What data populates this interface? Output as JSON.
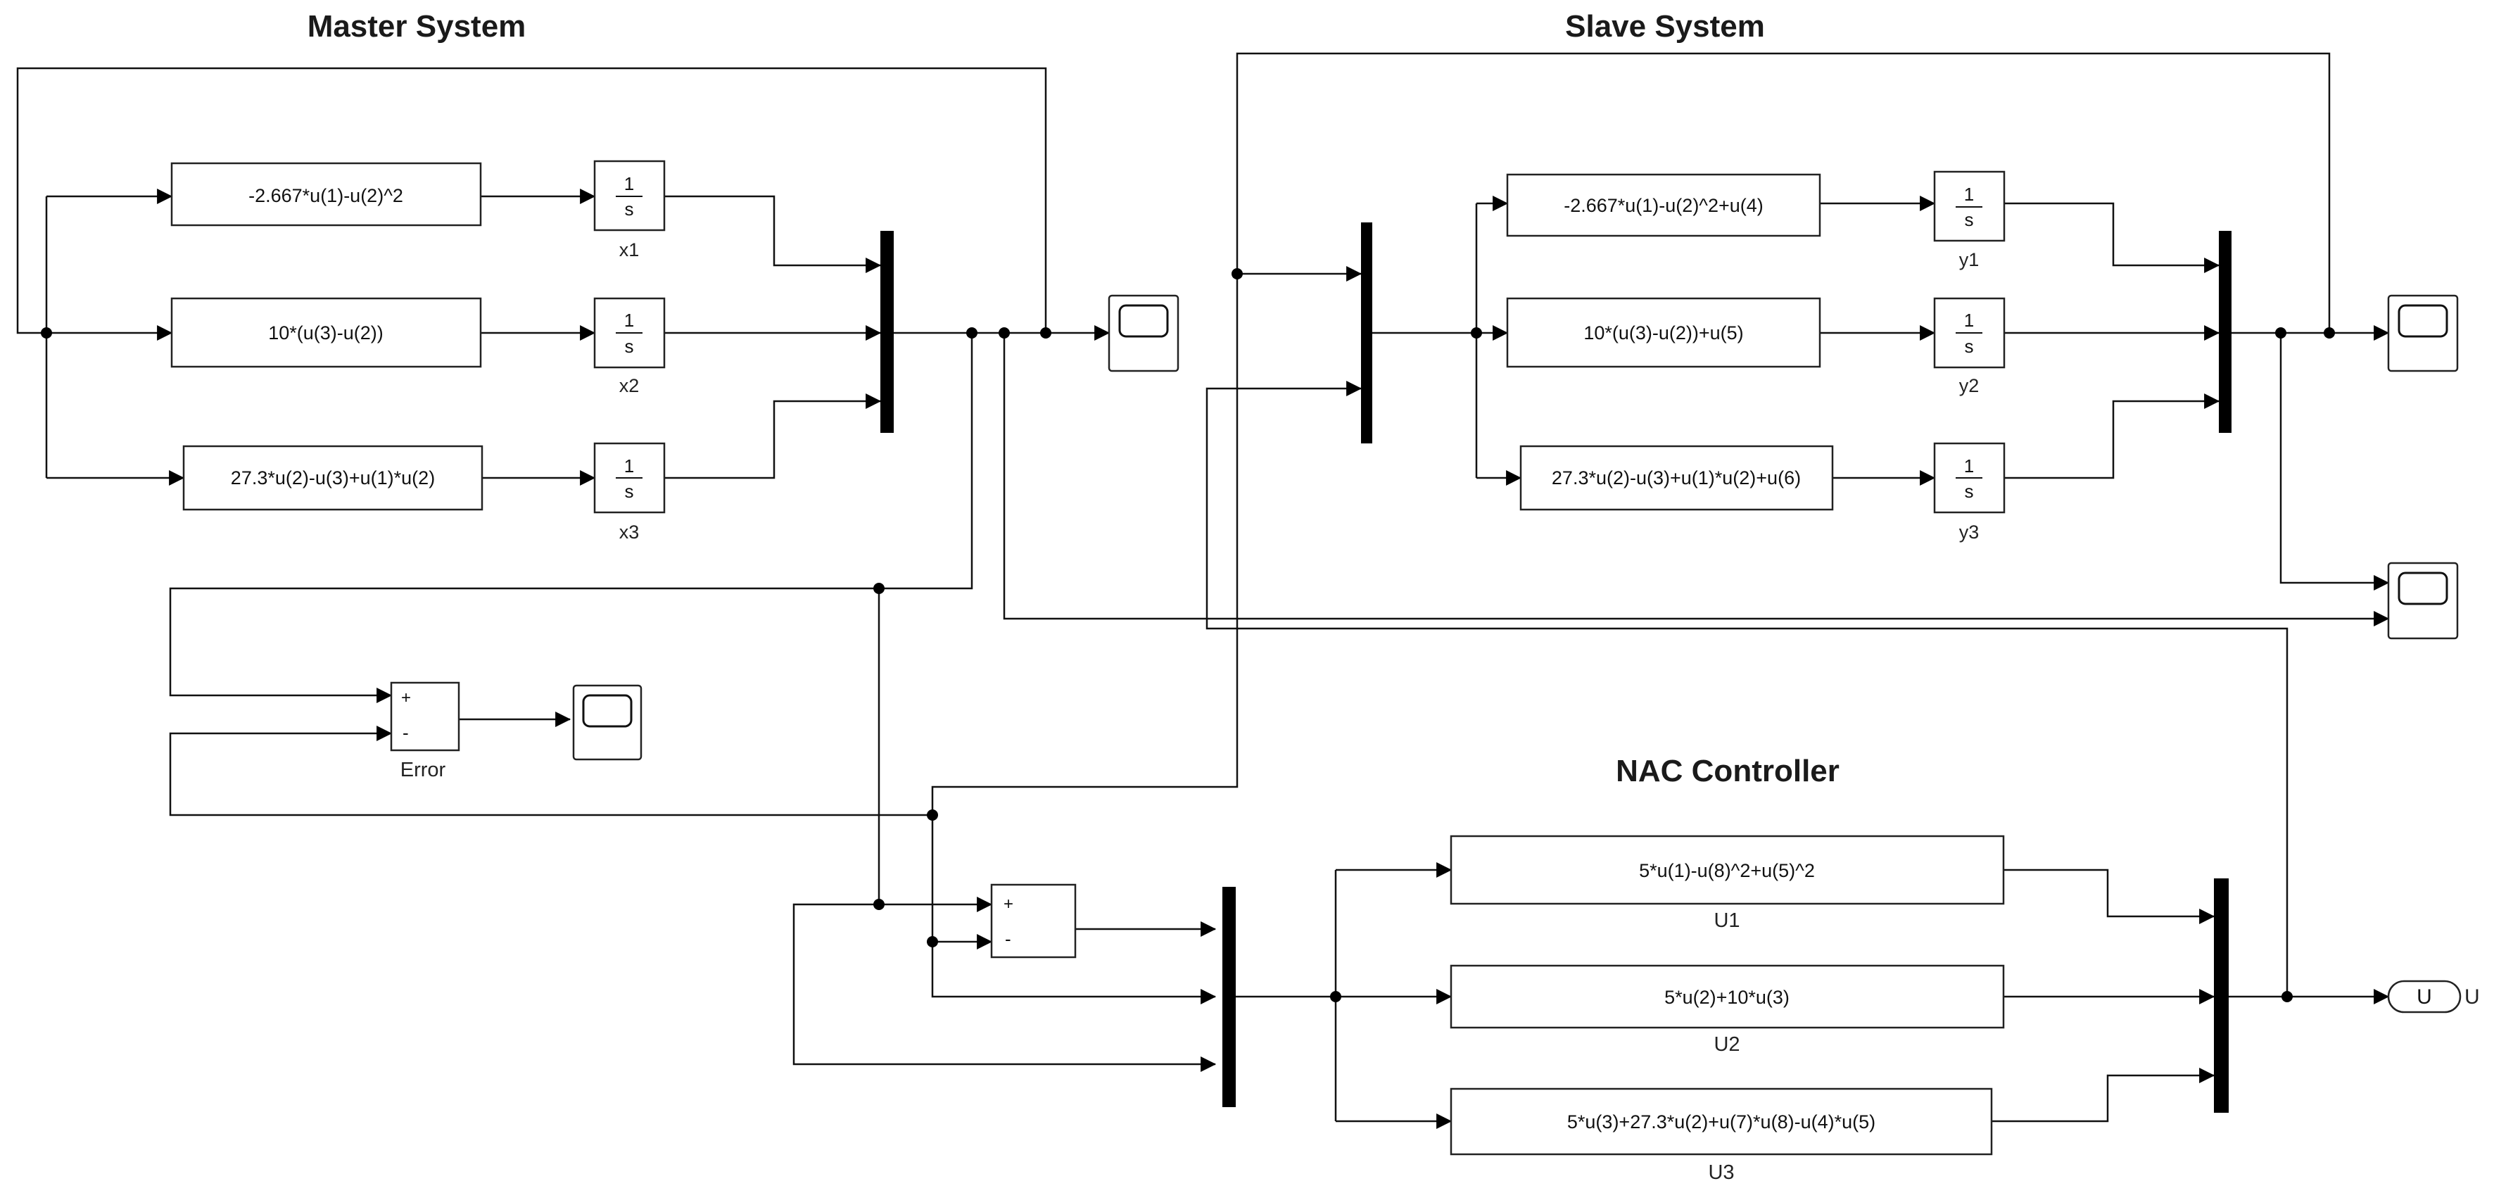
{
  "titles": {
    "master": "Master System",
    "slave": "Slave System",
    "controller": "NAC Controller"
  },
  "master": {
    "f1": "-2.667*u(1)-u(2)^2",
    "f2": "10*(u(3)-u(2))",
    "f3": "27.3*u(2)-u(3)+u(1)*u(2)",
    "int1_label": "x1",
    "int2_label": "x2",
    "int3_label": "x3"
  },
  "slave": {
    "f1": "-2.667*u(1)-u(2)^2+u(4)",
    "f2": "10*(u(3)-u(2))+u(5)",
    "f3": "27.3*u(2)-u(3)+u(1)*u(2)+u(6)",
    "int1_label": "y1",
    "int2_label": "y2",
    "int3_label": "y3"
  },
  "controller": {
    "f1": "5*u(1)-u(8)^2+u(5)^2",
    "f2": "5*u(2)+10*u(3)",
    "f3": "5*u(3)+27.3*u(2)+u(7)*u(8)-u(4)*u(5)",
    "f1_label": "U1",
    "f2_label": "U2",
    "f3_label": "U3"
  },
  "integrator": {
    "numerator": "1",
    "denominator": "s"
  },
  "error": {
    "label": "Error",
    "plus": "+",
    "minus": "-"
  },
  "sum2": {
    "plus": "+",
    "minus": "-"
  },
  "outport": {
    "name": "U",
    "label": "U"
  }
}
